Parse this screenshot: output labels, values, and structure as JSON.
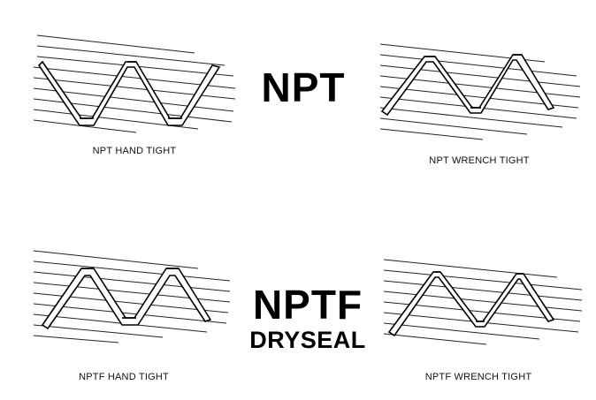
{
  "titles": {
    "npt": "NPT",
    "nptf": "NPTF",
    "dryseal": "DRYSEAL"
  },
  "captions": {
    "npt_hand": "NPT HAND TIGHT",
    "npt_wrench": "NPT WRENCH TIGHT",
    "nptf_hand": "NPTF HAND TIGHT",
    "nptf_wrench": "NPTF WRENCH TIGHT"
  },
  "colors": {
    "ink": "#000000",
    "hatch": "#222222",
    "background": "#ffffff"
  }
}
